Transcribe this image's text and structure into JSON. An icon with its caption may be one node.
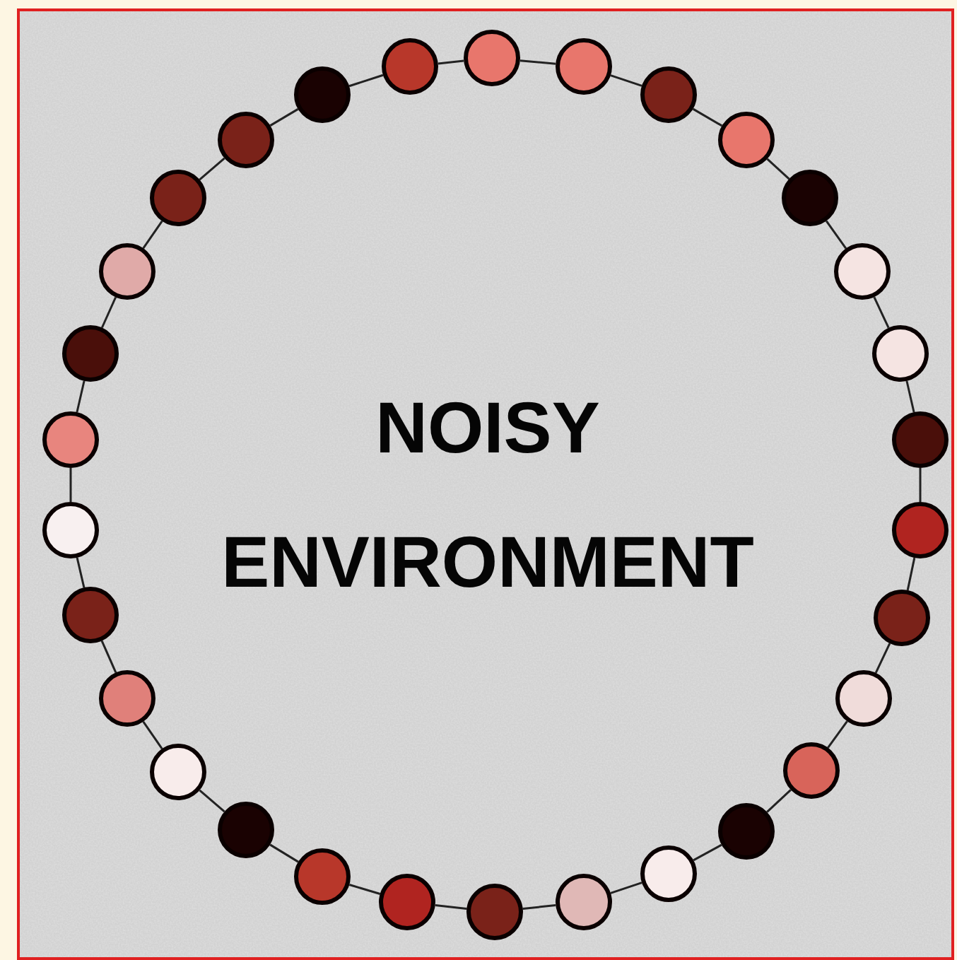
{
  "diagram": {
    "nodes": [
      {
        "text": [],
        "shape": "circle"
      },
      {
        "text": [],
        "shape": "circle"
      },
      {
        "text": [],
        "shape": "circle"
      },
      {
        "text": [],
        "shape": "circle"
      },
      {
        "text": [],
        "shape": "circle"
      },
      {
        "text": [],
        "shape": "circle"
      },
      {
        "text": [],
        "shape": "circle"
      },
      {
        "text": [],
        "shape": "circle"
      },
      {
        "text": [],
        "shape": "circle"
      },
      {
        "text": [],
        "shape": "circle"
      },
      {
        "text": [],
        "shape": "circle"
      },
      {
        "text": [],
        "shape": "circle"
      },
      {
        "text": [],
        "shape": "circle"
      },
      {
        "text": [],
        "shape": "circle"
      },
      {
        "text": [],
        "shape": "circle"
      },
      {
        "text": [],
        "shape": "circle"
      },
      {
        "text": [],
        "shape": "circle"
      },
      {
        "text": [],
        "shape": "circle"
      },
      {
        "text": [],
        "shape": "circle"
      },
      {
        "text": [],
        "shape": "circle"
      },
      {
        "text": [],
        "shape": "circle"
      },
      {
        "text": [],
        "shape": "circle"
      },
      {
        "text": [],
        "shape": "circle"
      },
      {
        "text": [],
        "shape": "circle"
      },
      {
        "text": [],
        "shape": "circle"
      },
      {
        "text": [],
        "shape": "circle"
      },
      {
        "text": [],
        "shape": "circle"
      },
      {
        "text": [],
        "shape": "circle"
      },
      {
        "text": [],
        "shape": "circle"
      },
      {
        "text": [],
        "shape": "circle"
      }
    ],
    "edges": [
      {
        "from": 0,
        "to": 1,
        "arrow": "none"
      },
      {
        "from": 1,
        "to": 2,
        "arrow": "none"
      },
      {
        "from": 2,
        "to": 3,
        "arrow": "none"
      },
      {
        "from": 3,
        "to": 4,
        "arrow": "none"
      },
      {
        "from": 4,
        "to": 5,
        "arrow": "none"
      },
      {
        "from": 5,
        "to": 6,
        "arrow": "none"
      },
      {
        "from": 6,
        "to": 7,
        "arrow": "none"
      },
      {
        "from": 7,
        "to": 8,
        "arrow": "none"
      },
      {
        "from": 8,
        "to": 9,
        "arrow": "none"
      },
      {
        "from": 9,
        "to": 10,
        "arrow": "none"
      },
      {
        "from": 10,
        "to": 11,
        "arrow": "none"
      },
      {
        "from": 11,
        "to": 12,
        "arrow": "none"
      },
      {
        "from": 12,
        "to": 13,
        "arrow": "none"
      },
      {
        "from": 13,
        "to": 14,
        "arrow": "none"
      },
      {
        "from": 14,
        "to": 15,
        "arrow": "none"
      },
      {
        "from": 15,
        "to": 16,
        "arrow": "none"
      },
      {
        "from": 16,
        "to": 17,
        "arrow": "none"
      },
      {
        "from": 17,
        "to": 18,
        "arrow": "none"
      },
      {
        "from": 18,
        "to": 19,
        "arrow": "none"
      },
      {
        "from": 19,
        "to": 20,
        "arrow": "none"
      },
      {
        "from": 20,
        "to": 21,
        "arrow": "none"
      },
      {
        "from": 21,
        "to": 22,
        "arrow": "none"
      },
      {
        "from": 22,
        "to": 23,
        "arrow": "none"
      },
      {
        "from": 23,
        "to": 24,
        "arrow": "none"
      },
      {
        "from": 24,
        "to": 25,
        "arrow": "none"
      },
      {
        "from": 25,
        "to": 26,
        "arrow": "none"
      },
      {
        "from": 26,
        "to": 27,
        "arrow": "none"
      },
      {
        "from": 27,
        "to": 28,
        "arrow": "none"
      },
      {
        "from": 28,
        "to": 29,
        "arrow": "none"
      },
      {
        "from": 29,
        "to": 0,
        "arrow": "none"
      }
    ],
    "labels": [
      "NOISY ENVIRONMENT"
    ]
  }
}
